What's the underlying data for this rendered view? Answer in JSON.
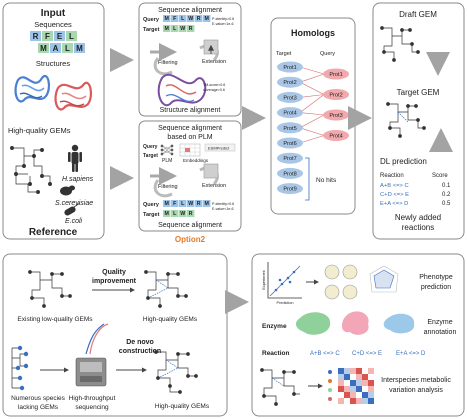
{
  "input_panel": {
    "title": "Input",
    "sequences_label": "Sequences",
    "seq_letters": [
      "R",
      "F",
      "E",
      "L",
      "M",
      "A",
      "L",
      "M"
    ],
    "structures_label": "Structures",
    "gems_label": "High-quality GEMs",
    "organisms": [
      "H.sapiens",
      "S.cerevisiae",
      "E.coli"
    ],
    "reference_label": "Reference"
  },
  "alignment_panel": {
    "top_title": "Sequence alignment",
    "query_label": "Query",
    "target_label": "Target",
    "query_letters": [
      "M",
      "F",
      "L",
      "W",
      "R",
      "M"
    ],
    "target_letters": [
      "M",
      "L",
      "W",
      "R"
    ],
    "ident_note_1": "P-identity>0.6",
    "ident_note_2": "E-value<1e-6",
    "filtering_label": "Filtering",
    "extension_label": "Extension",
    "tm_note_1": "TM-score>0.6",
    "tm_note_2": "coverage>0.6",
    "structure_alignment_label": "Structure alignment",
    "plm_title_1": "Sequence alignment",
    "plm_title_2": "based on PLM",
    "plm_label": "PLM",
    "embeddings_label": "Embeddings",
    "esm_label": "ESMPredict",
    "bottom_title": "Sequence alignment",
    "option2_label": "Option2"
  },
  "homologs_panel": {
    "title": "Homologs",
    "target_header": "Target",
    "query_header": "Query",
    "targets": [
      "Prot1",
      "Prot2",
      "Prot3",
      "Prot4",
      "Prot5",
      "Prot6",
      "Prot7",
      "Prot8",
      "Prot9"
    ],
    "queries": [
      "Prot1",
      "Prot2",
      "Prot3",
      "Prot4"
    ],
    "no_hits_label": "No hits"
  },
  "draft_panel": {
    "draft_label": "Draft GEM",
    "target_label": "Target GEM",
    "dl_label": "DL prediction",
    "reaction_header": "Reaction",
    "score_header": "Score",
    "reactions": [
      "A+B <=> C",
      "C+D <=> E",
      "E+A <=> D"
    ],
    "scores": [
      "0.1",
      "0.2",
      "0.5"
    ],
    "newly_added_1": "Newly added",
    "newly_added_2": "reactions"
  },
  "quality_panel": {
    "quality_1": "Quality",
    "quality_2": "improvement",
    "existing_label": "Existing low-quality GEMs",
    "high_quality_label": "High-quality GEMs",
    "de_novo_1": "De novo",
    "de_novo_2": "construction",
    "species_1": "Numerous species",
    "species_2": "lacking GEMs",
    "sequencing_1": "High-throughput",
    "sequencing_2": "sequencing",
    "high_quality_label_2": "High-quality GEMs"
  },
  "applications_panel": {
    "experiment_label": "Experiment",
    "prediction_label": "Prediction",
    "phenotype_1": "Phenotype",
    "phenotype_2": "prediction",
    "enzyme_label": "Enzyme",
    "enzyme_annotation_1": "Enzyme",
    "enzyme_annotation_2": "annotation",
    "reaction_label": "Reaction",
    "app_reactions": [
      "A+B <=> C",
      "C+D <=> E",
      "E+A <=> D"
    ],
    "interspecies_1": "Interspecies metabolic",
    "interspecies_2": "variation analysis"
  },
  "colors": {
    "panel_border": "#8a8a8a",
    "arrow_gray": "#a3a3a3",
    "seq_blue": "#9cc3e8",
    "seq_green": "#a8d8b0",
    "homolog_blue": "#a9c6e6",
    "homolog_pink": "#f1a9ad",
    "option2": "#e07b2e",
    "reaction_blue": "#3a6fbf",
    "enzyme_green": "#8fd09b",
    "enzyme_pink": "#f2a6b8",
    "enzyme_blue": "#9cc9ea"
  }
}
